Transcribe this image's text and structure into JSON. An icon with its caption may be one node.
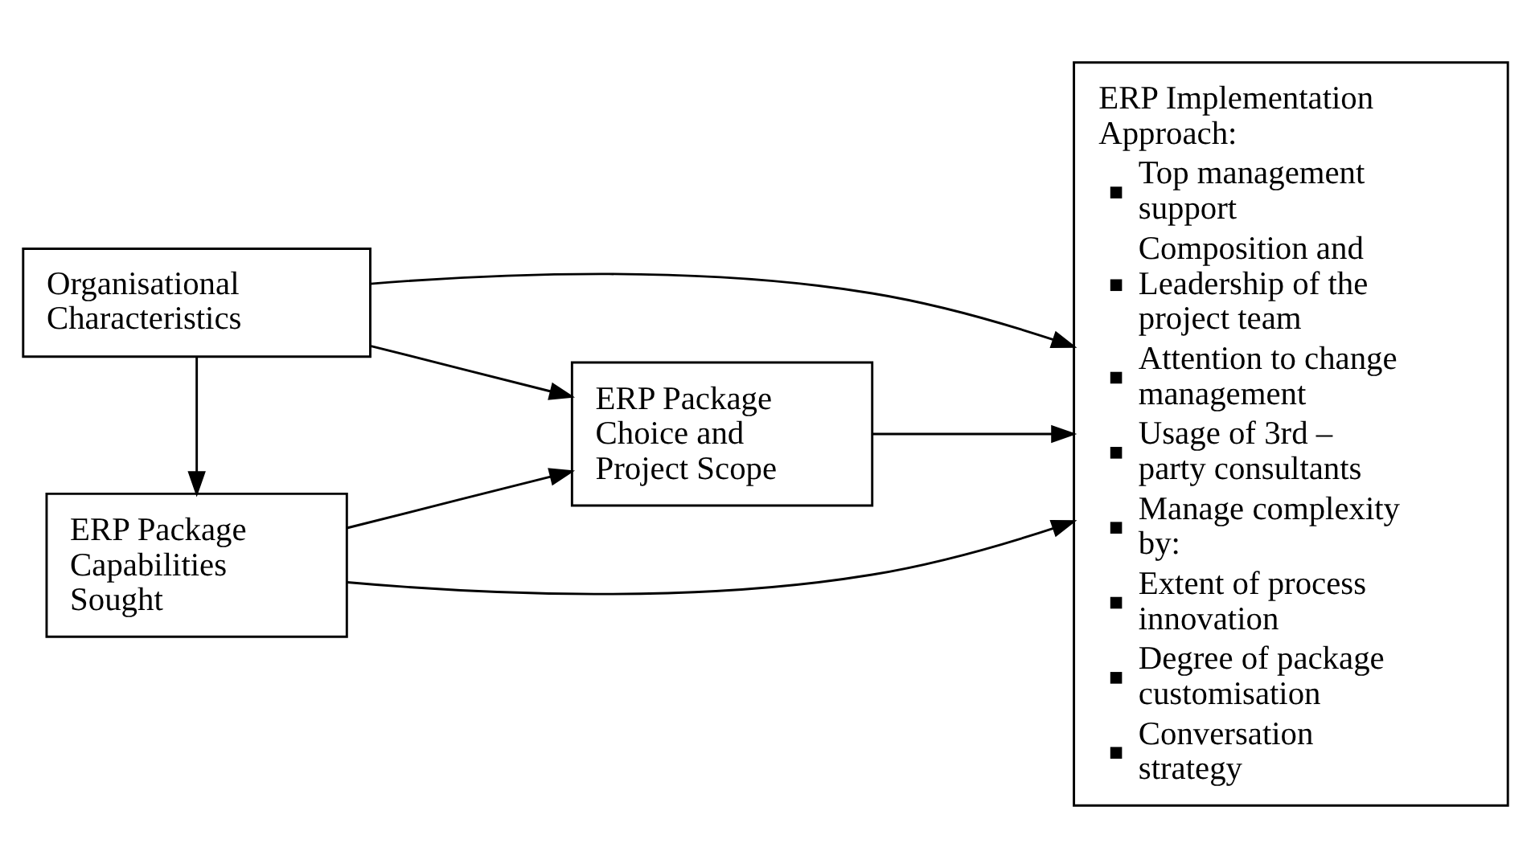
{
  "diagram": {
    "nodes": [
      {
        "text": [
          "Organisational Characteristics"
        ]
      },
      {
        "text": [
          "ERP Package Capabilities Sought"
        ]
      },
      {
        "text": [
          "ERP Package Choice and Project Scope"
        ]
      },
      {
        "text": [
          "ERP Implementation Approach:",
          "Top management support",
          "Composition and Leadership of the project team",
          "Attention to change management",
          "Usage of 3rd – party consultants",
          "Manage complexity by:",
          "Extent of process innovation",
          "Degree of package customisation",
          "Conversation strategy"
        ]
      }
    ],
    "edges": [
      {
        "from": 0,
        "to": 1,
        "arrow": "to"
      },
      {
        "from": 0,
        "to": 2,
        "arrow": "to"
      },
      {
        "from": 0,
        "to": 3,
        "arrow": "to"
      },
      {
        "from": 1,
        "to": 2,
        "arrow": "to"
      },
      {
        "from": 1,
        "to": 3,
        "arrow": "to"
      },
      {
        "from": 2,
        "to": 3,
        "arrow": "to"
      }
    ]
  }
}
